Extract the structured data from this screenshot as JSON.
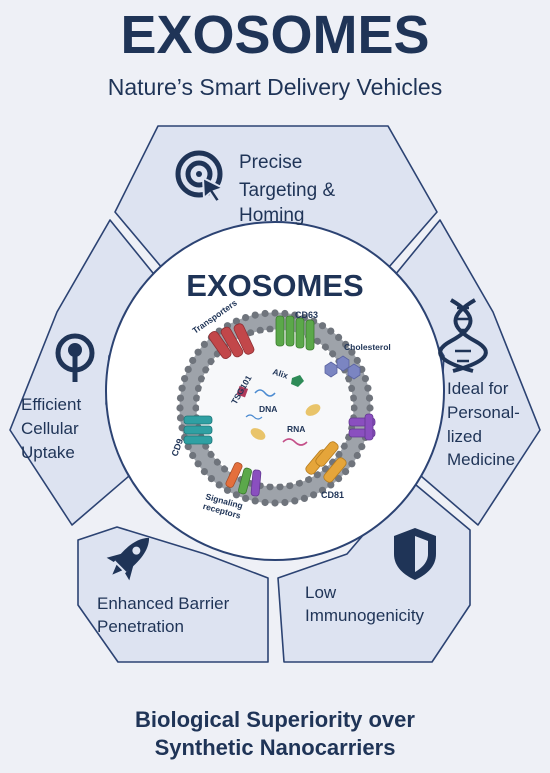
{
  "header": {
    "title": "EXOSOMES",
    "subtitle": "Nature’s Smart Delivery Vehicles"
  },
  "center": {
    "title": "EXOSOMES",
    "labels": {
      "transporters": "Transporters",
      "cd63": "CD63",
      "cholesterol": "Cholesterol",
      "tsg101": "TSG101",
      "alix": "Alix",
      "dna": "DNA",
      "rna": "RNA",
      "cd9": "CD9",
      "cd81": "CD81",
      "signaling": [
        "Signaling",
        "receptors"
      ]
    }
  },
  "benefits": {
    "targeting": {
      "lines": [
        "Precise",
        "Targeting &",
        "Homing"
      ],
      "icon": "target-cursor-icon"
    },
    "personalized": {
      "lines": [
        "Ideal for",
        "Personal-",
        "lized",
        "Medicine"
      ],
      "icon": "dna-helix-icon"
    },
    "immunogenicity": {
      "lines": [
        "Low",
        "Immunogenicity"
      ],
      "icon": "shield-icon"
    },
    "barrier": {
      "lines": [
        "Enhanced Barrier",
        "Penetration"
      ],
      "icon": "rocket-icon"
    },
    "uptake": {
      "lines": [
        "Efficient",
        "Cellular",
        "Uptake"
      ],
      "icon": "cell-uptake-icon"
    }
  },
  "footer": {
    "lines": [
      "Biological Superiority over",
      "Synthetic Nanocarriers"
    ]
  },
  "colors": {
    "navy": "#1f3457",
    "panel": "#dde3f1",
    "panel_border": "#2c4373",
    "background": "#eef0f6",
    "transporter": "#c2474a",
    "cd63": "#5ba84a",
    "cholesterol": "#7b85c2",
    "cd9": "#2fa0a3",
    "cd81": "#e5a53a",
    "violet": "#8a4fbf"
  }
}
